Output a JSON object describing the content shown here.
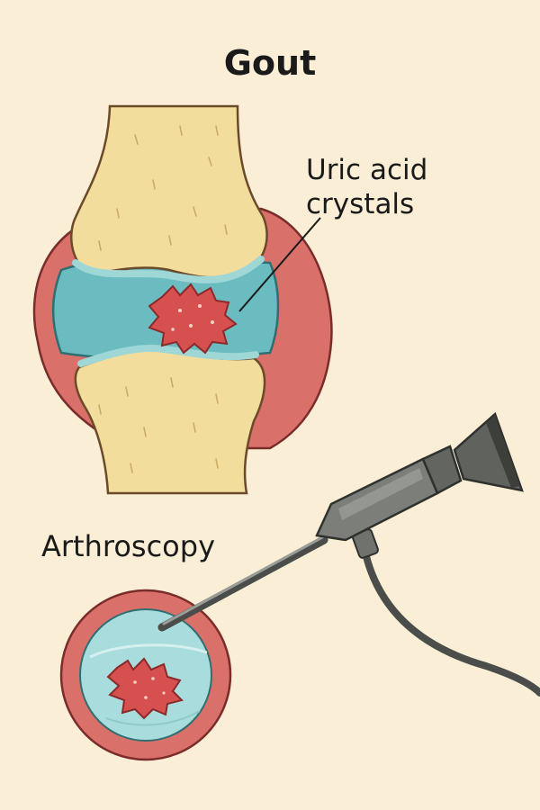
{
  "title": "Gout",
  "joint_diagram": {
    "crystal_label_line1": "Uric acid",
    "crystal_label_line2": "crystals"
  },
  "arthroscopy": {
    "label": "Arthroscopy"
  },
  "colors": {
    "background": "#faefd6",
    "bone": "#f3dd9c",
    "synovial_fluid": "#6bbcc0",
    "capsule": "#d9706a",
    "crystal": "#d65050",
    "scope": "#7b7e79"
  }
}
